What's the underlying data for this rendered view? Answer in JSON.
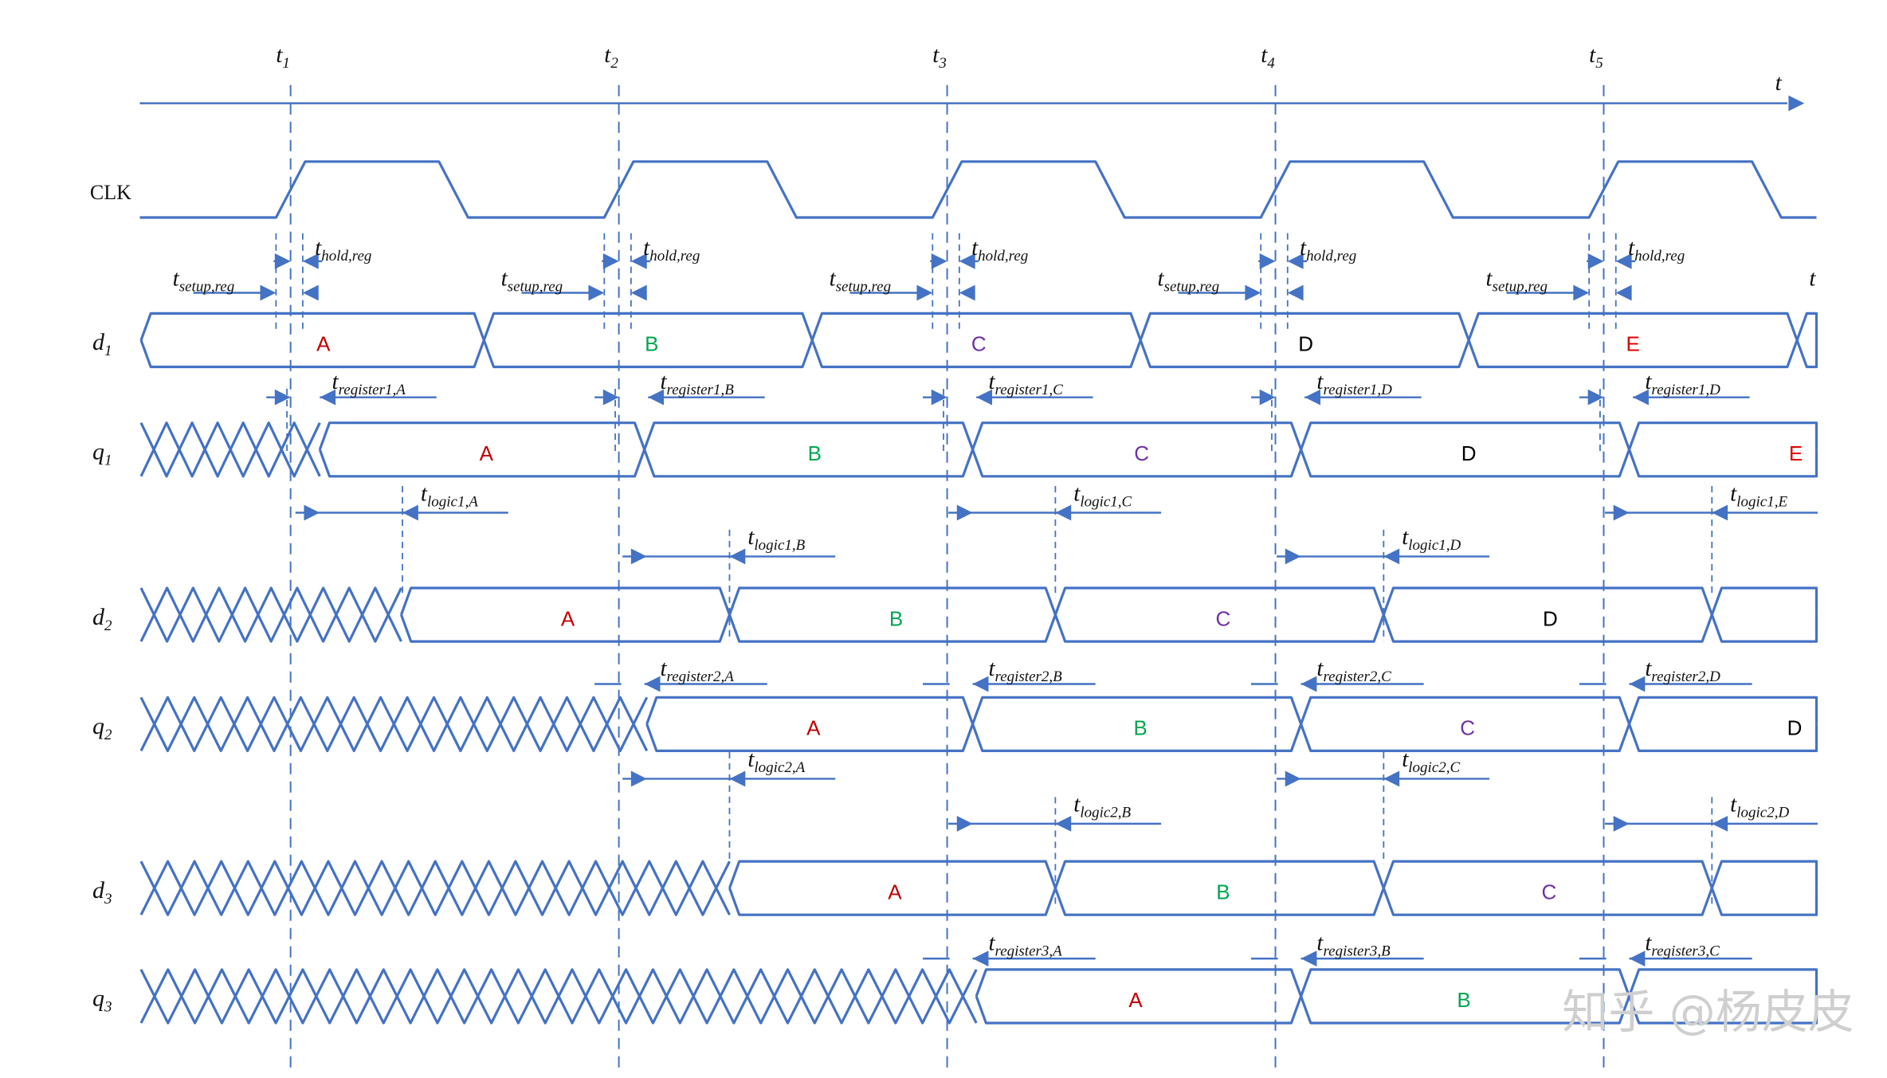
{
  "diagram": {
    "time_label": "t",
    "time_markers": [
      {
        "label": "t",
        "sub": "1"
      },
      {
        "label": "t",
        "sub": "2"
      },
      {
        "label": "t",
        "sub": "3"
      },
      {
        "label": "t",
        "sub": "4"
      },
      {
        "label": "t",
        "sub": "5"
      }
    ],
    "clock_label": "CLK",
    "signals": [
      {
        "base": "d",
        "sub": "1",
        "values": [
          "A",
          "B",
          "C",
          "D",
          "E"
        ]
      },
      {
        "base": "q",
        "sub": "1",
        "values": [
          "A",
          "B",
          "C",
          "D",
          "E"
        ]
      },
      {
        "base": "d",
        "sub": "2",
        "values": [
          "A",
          "B",
          "C",
          "D"
        ]
      },
      {
        "base": "q",
        "sub": "2",
        "values": [
          "A",
          "B",
          "C",
          "D"
        ]
      },
      {
        "base": "d",
        "sub": "3",
        "values": [
          "A",
          "B",
          "C"
        ]
      },
      {
        "base": "q",
        "sub": "3",
        "values": [
          "A",
          "B"
        ]
      }
    ],
    "setup_labels": [
      {
        "base": "t",
        "sub": "setup,reg"
      },
      {
        "base": "t",
        "sub": "setup,reg"
      },
      {
        "base": "t",
        "sub": "setup,reg"
      },
      {
        "base": "t",
        "sub": "setup,reg"
      },
      {
        "base": "t",
        "sub": "setup,reg"
      }
    ],
    "hold_labels": [
      {
        "base": "t",
        "sub": "hold,reg"
      },
      {
        "base": "t",
        "sub": "hold,reg"
      },
      {
        "base": "t",
        "sub": "hold,reg"
      },
      {
        "base": "t",
        "sub": "hold,reg"
      },
      {
        "base": "t",
        "sub": "hold,reg"
      }
    ],
    "register1_labels": [
      {
        "base": "t",
        "sub": "register1,A"
      },
      {
        "base": "t",
        "sub": "register1,B"
      },
      {
        "base": "t",
        "sub": "register1,C"
      },
      {
        "base": "t",
        "sub": "register1,D"
      },
      {
        "base": "t",
        "sub": "register1,D"
      }
    ],
    "logic1_labels": [
      {
        "base": "t",
        "sub": "logic1,A"
      },
      {
        "base": "t",
        "sub": "logic1,B"
      },
      {
        "base": "t",
        "sub": "logic1,C"
      },
      {
        "base": "t",
        "sub": "logic1,D"
      },
      {
        "base": "t",
        "sub": "logic1,E"
      }
    ],
    "register2_labels": [
      {
        "base": "t",
        "sub": "register2,A"
      },
      {
        "base": "t",
        "sub": "register2,B"
      },
      {
        "base": "t",
        "sub": "register2,C"
      },
      {
        "base": "t",
        "sub": "register2,D"
      }
    ],
    "logic2_labels": [
      {
        "base": "t",
        "sub": "logic2,A"
      },
      {
        "base": "t",
        "sub": "logic2,B"
      },
      {
        "base": "t",
        "sub": "logic2,C"
      },
      {
        "base": "t",
        "sub": "logic2,D"
      }
    ],
    "register3_labels": [
      {
        "base": "t",
        "sub": "register3,A"
      },
      {
        "base": "t",
        "sub": "register3,B"
      },
      {
        "base": "t",
        "sub": "register3,C"
      }
    ],
    "cut_off_text": "t",
    "value_colors": {
      "A": "#c00000",
      "B": "#00a651",
      "C": "#7030a0",
      "D": "#000000",
      "E": "#e00000"
    },
    "line_color": "#4472c4",
    "watermark": "知乎 @杨皮皮"
  }
}
